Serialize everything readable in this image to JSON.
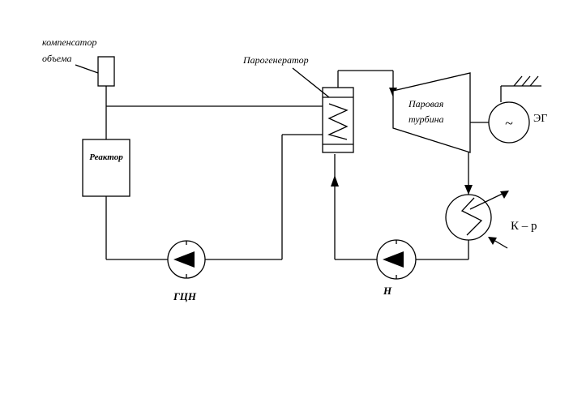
{
  "labels": {
    "compensator_line1": "компенсатор",
    "compensator_line2": "объема",
    "steam_generator": "Парогенератор",
    "reactor": "Реактор",
    "turbine_line1": "Паровая",
    "turbine_line2": "турбина",
    "generator_symbol": "~",
    "generator": "ЭГ",
    "condenser": "К – р",
    "main_pump": "ГЦН",
    "feed_pump": "Н"
  }
}
